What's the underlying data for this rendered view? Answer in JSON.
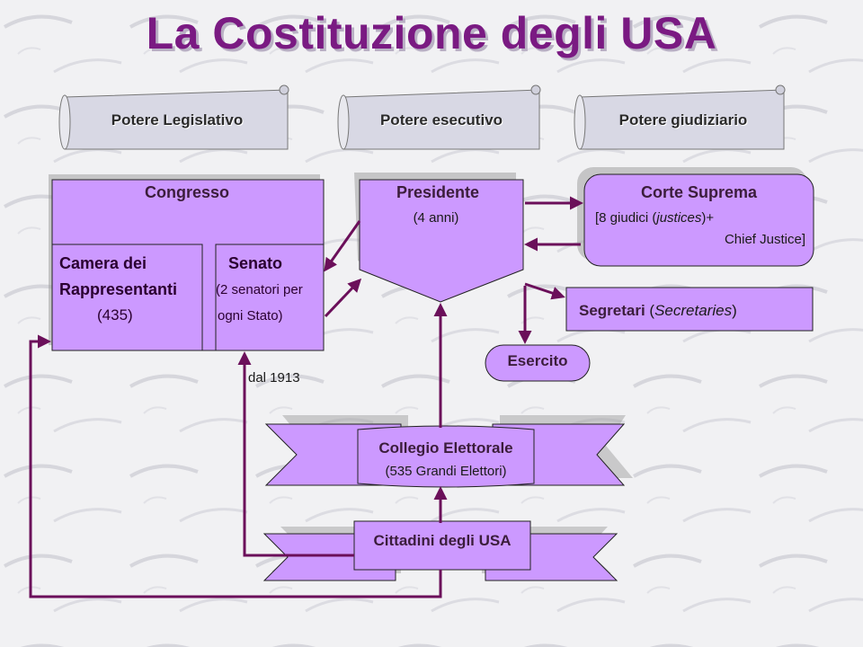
{
  "title": "La Costituzione degli USA",
  "powers": {
    "legislative": "Potere Legislativo",
    "executive": "Potere esecutivo",
    "judicial": "Potere giudiziario"
  },
  "congress": {
    "title": "Congresso",
    "house_line1": "Camera dei",
    "house_line2": "Rappresentanti",
    "house_count": "(435)",
    "senate_title": "Senato",
    "senate_line1": "(2 senatori per",
    "senate_line2": "ogni Stato)"
  },
  "president": {
    "title": "Presidente",
    "term": "(4 anni)"
  },
  "supreme_court": {
    "title": "Corte Suprema",
    "line1_a": "[8 giudici (",
    "line1_italic": "justices",
    "line1_b": ")+",
    "line2": "Chief Justice]"
  },
  "secretaries": {
    "label": "Segretari",
    "paren_open": " (",
    "italic": "Secretaries",
    "paren_close": ")"
  },
  "army": "Esercito",
  "since_1913": "dal 1913",
  "electoral_college": {
    "title": "Collegio Elettorale",
    "subtitle": "(535 Grandi Elettori)"
  },
  "citizens": "Cittadini degli USA",
  "colors": {
    "title": "#7a1a82",
    "box_fill": "#cc99ff",
    "arrow": "#6b0f5a"
  }
}
